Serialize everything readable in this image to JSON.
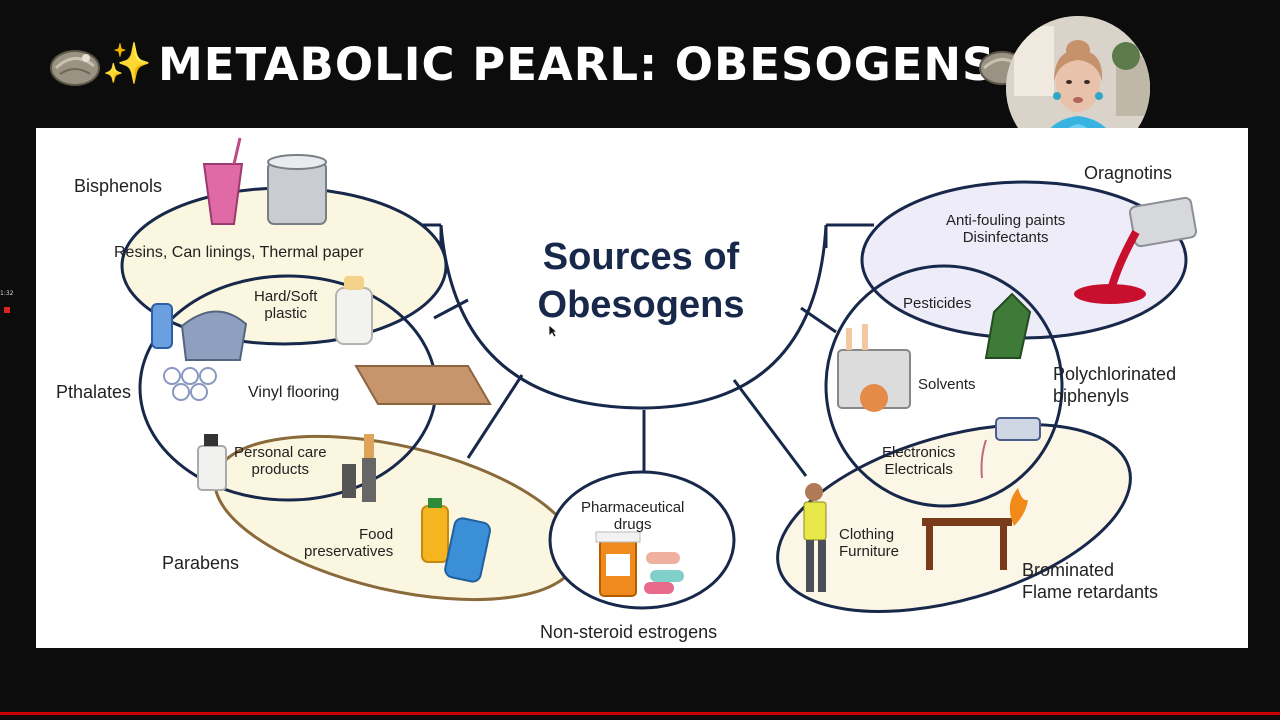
{
  "header": {
    "title": "METABOLIC PEARL: OBESOGENS",
    "left_emoji": "oyster-sparkles",
    "right_emoji": "oyster"
  },
  "diagram": {
    "center_title_line1": "Sources of",
    "center_title_line2": "Obesogens",
    "categories": {
      "bisphenols": "Bisphenols",
      "pthalates": "Pthalates",
      "parabens": "Parabens",
      "non_steroid": "Non-steroid estrogens",
      "oragnotins": "Oragnotins",
      "pcb_line1": "Polychlorinated",
      "pcb_line2": "biphenyls",
      "brominated_line1": "Brominated",
      "brominated_line2": "Flame retardants"
    },
    "sources": {
      "resins": "Resins, Can linings, Thermal paper",
      "plastic_line1": "Hard/Soft",
      "plastic_line2": "plastic",
      "vinyl": "Vinyl flooring",
      "personal_line1": "Personal care",
      "personal_line2": "products",
      "food_line1": "Food",
      "food_line2": "preservatives",
      "pharma_line1": "Pharmaceutical",
      "pharma_line2": "drugs",
      "antifouling_line1": "Anti-fouling paints",
      "antifouling_line2": "Disinfectants",
      "pesticides": "Pesticides",
      "solvents": "Solvents",
      "electronics_line1": "Electronics",
      "electronics_line2": "Electricals",
      "clothing_line1": "Clothing",
      "clothing_line2": "Furniture"
    }
  },
  "video": {
    "timestamp": "1:32"
  },
  "colors": {
    "outline": "#17284a",
    "bisphenol_fill": "#fbf6df",
    "paraben_edge": "#8a6a3a",
    "organotin_fill": "#eeecf8",
    "flame_fill": "#fbf6e6"
  }
}
